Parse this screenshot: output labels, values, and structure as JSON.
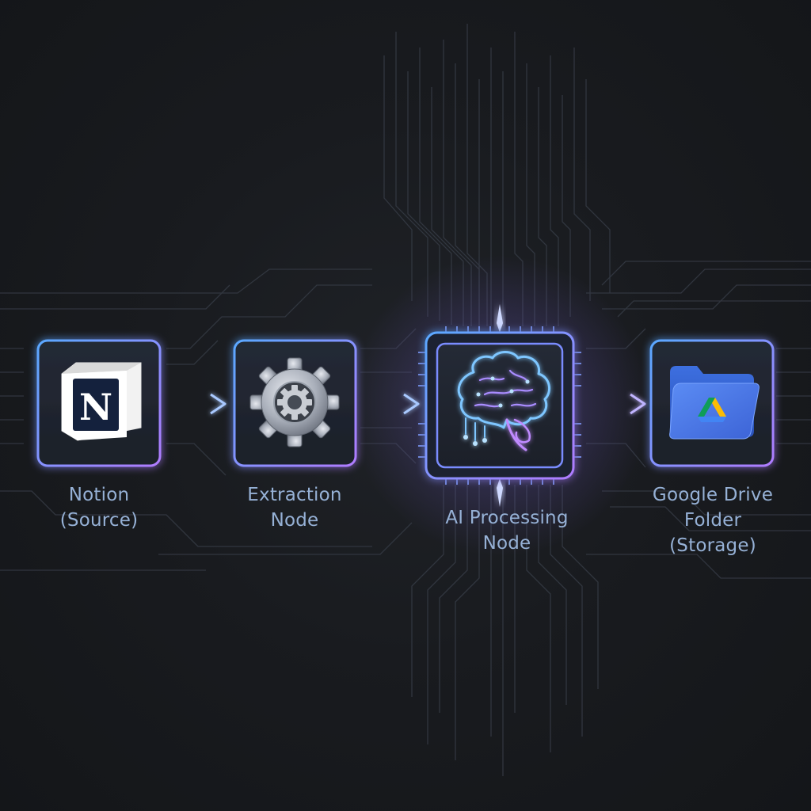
{
  "nodes": [
    {
      "id": "notion",
      "icon": "notion-logo-icon",
      "lines": [
        "Notion",
        "(Source)"
      ]
    },
    {
      "id": "extraction",
      "icon": "gear-icon",
      "lines": [
        "Extraction",
        "Node"
      ]
    },
    {
      "id": "ai",
      "icon": "brain-chip-icon",
      "lines": [
        "AI Processing",
        "Node"
      ]
    },
    {
      "id": "drive",
      "icon": "google-drive-folder-icon",
      "lines": [
        "Google Drive",
        "Folder",
        "(Storage)"
      ]
    }
  ],
  "notion_glyph": "N",
  "colors": {
    "background": "#17191c",
    "node_border_blue": "#5aa8ff",
    "node_border_purple": "#b07cff",
    "label": "#96b1d6",
    "circuit": "#3a3f48",
    "arrow": "#7fb2ff"
  }
}
